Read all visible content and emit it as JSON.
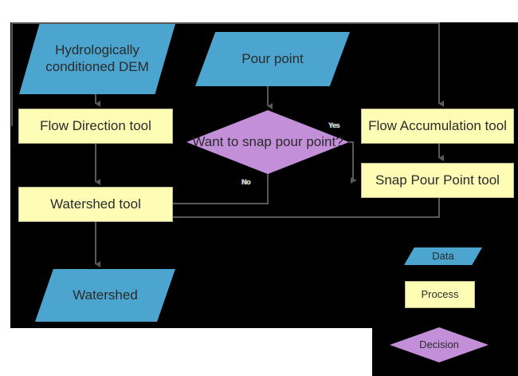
{
  "diagram": {
    "title": "Watershed delineation flowchart",
    "background": "#000000",
    "page_background": "#ffffff",
    "colors": {
      "data_fill": "#4ba5cf",
      "process_fill": "#fdfdb6",
      "decision_fill": "#c48fd9",
      "connector": "#595959",
      "text": "#2b2b2b"
    }
  },
  "nodes": {
    "dem": {
      "label": "Hydrologically conditioned DEM",
      "type": "data"
    },
    "pour_point": {
      "label": "Pour point",
      "type": "data"
    },
    "flow_direction": {
      "label": "Flow Direction tool",
      "type": "process"
    },
    "flow_accumulation": {
      "label": "Flow Accumulation tool",
      "type": "process"
    },
    "decision": {
      "label": "Want to snap pour point?",
      "type": "decision"
    },
    "snap_pour_point": {
      "label": "Snap Pour Point tool",
      "type": "process"
    },
    "watershed_tool": {
      "label": "Watershed tool",
      "type": "process"
    },
    "watershed": {
      "label": "Watershed",
      "type": "data"
    }
  },
  "branch_labels": {
    "yes": "Yes",
    "no": "No"
  },
  "legend": {
    "data": "Data",
    "process": "Process",
    "decision": "Decision"
  }
}
